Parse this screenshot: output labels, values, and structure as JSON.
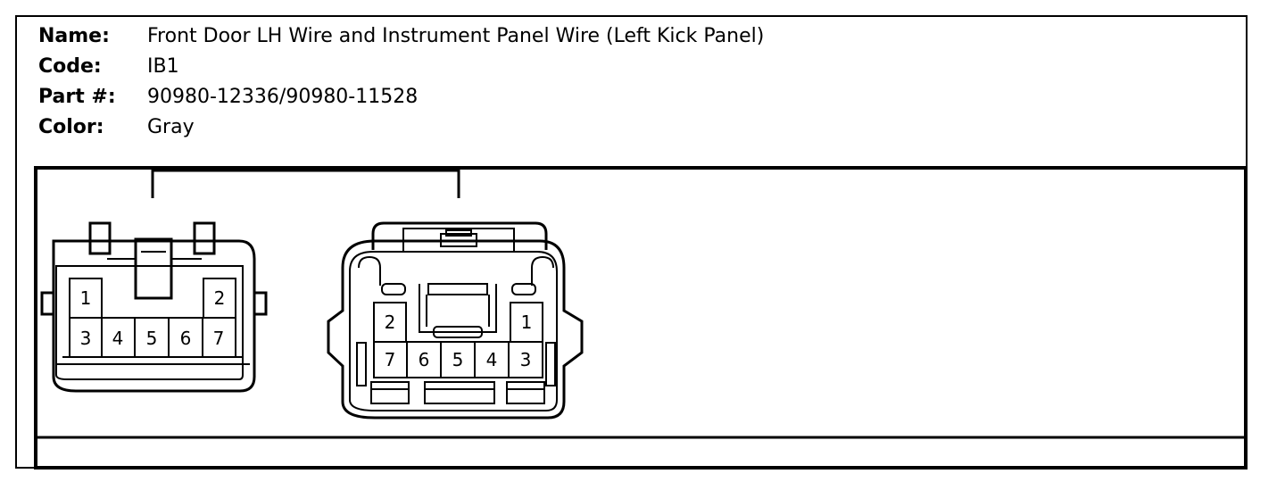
{
  "header": {
    "name_label": "Name:",
    "name_value": "Front Door LH Wire and Instrument Panel Wire (Left Kick Panel)",
    "code_label": "Code:",
    "code_value": "IB1",
    "part_label": "Part #:",
    "part_value": "90980-12336/90980-11528",
    "color_label": "Color:",
    "color_value": "Gray"
  },
  "left_connector": {
    "pins": [
      "1",
      "2",
      "3",
      "4",
      "5",
      "6",
      "7"
    ]
  },
  "right_connector": {
    "pins": [
      "2",
      "1",
      "7",
      "6",
      "5",
      "4",
      "3"
    ]
  }
}
